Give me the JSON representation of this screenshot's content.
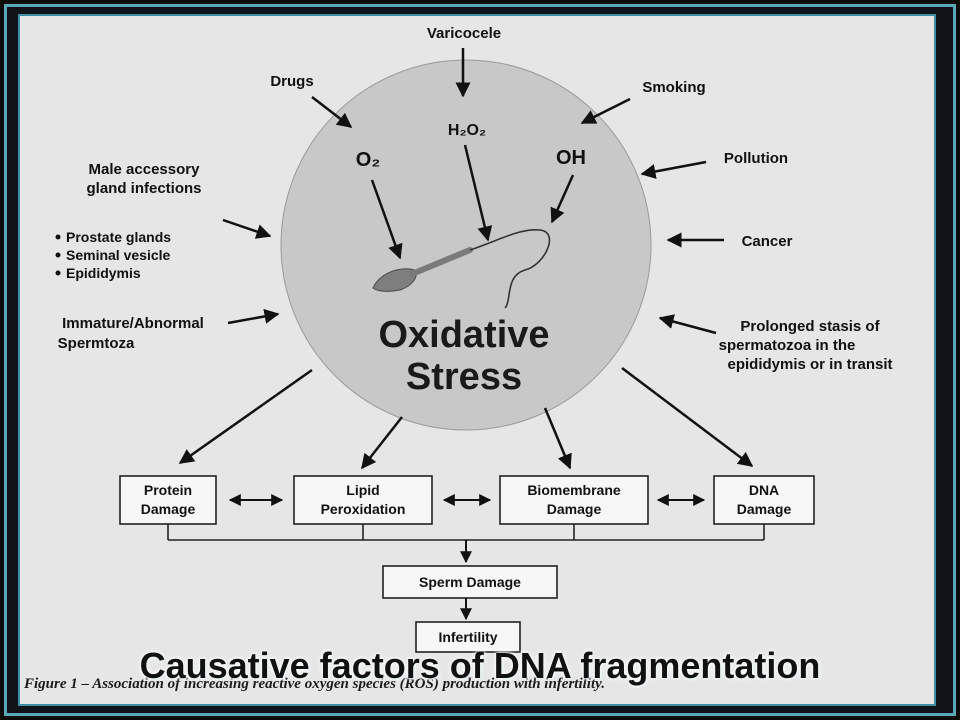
{
  "diagram": {
    "center": {
      "line1": "Oxidative",
      "line2": "Stress"
    },
    "inner_species": {
      "o2": "O₂",
      "h2o2": "H₂O₂",
      "oh": "OH"
    },
    "causes": {
      "varicocele": "Varicocele",
      "drugs": "Drugs",
      "smoking": "Smoking",
      "pollution": "Pollution",
      "cancer": "Cancer",
      "male_infections": {
        "line1": "Male accessory",
        "line2": "gland infections"
      },
      "infection_sites": [
        "Prostate glands",
        "Seminal vesicle",
        "Epididymis"
      ],
      "immature": {
        "line1": "Immature/Abnormal",
        "line2": "Spermtoza"
      },
      "stasis": {
        "line1": "Prolonged stasis of",
        "line2": "spermatozoa in the",
        "line3": "epididymis or in transit"
      }
    },
    "effects": [
      {
        "line1": "Protein",
        "line2": "Damage"
      },
      {
        "line1": "Lipid",
        "line2": "Peroxidation"
      },
      {
        "line1": "Biomembrane",
        "line2": "Damage"
      },
      {
        "line1": "DNA",
        "line2": "Damage"
      }
    ],
    "sperm_damage": "Sperm Damage",
    "infertility": "Infertility"
  },
  "figure_caption": "Figure 1 – Association of increasing reactive oxygen species (ROS) production with infertility.",
  "slide_title": "Causative factors of DNA fragmentation"
}
